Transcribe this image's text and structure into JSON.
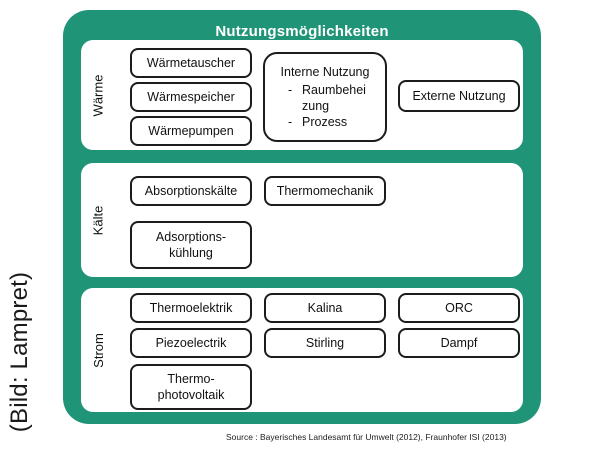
{
  "title": "Nutzungsmöglichkeiten",
  "credit": "(Bild: Lampret)",
  "source": "Source : Bayerisches Landesamt für Umwelt (2012), Fraunhofer ISI (2013)",
  "sections": {
    "waerme": {
      "label": "Wärme",
      "items": [
        "Wärmetauscher",
        "Wärmespeicher",
        "Wärmepumpen"
      ],
      "internal": {
        "title": "Interne Nutzung",
        "items": [
          "Raumbehei\nzung",
          "Prozess"
        ]
      },
      "external": "Externe Nutzung"
    },
    "kaelte": {
      "label": "Kälte",
      "items": [
        "Absorptionskälte",
        "Thermomechanik",
        "Adsorptions-\nkühlung"
      ]
    },
    "strom": {
      "label": "Strom",
      "items": [
        "Thermoelektrik",
        "Kalina",
        "ORC",
        "Piezoelectrik",
        "Stirling",
        "Dampf",
        "Thermo-\nphotovoltaik"
      ]
    }
  },
  "colors": {
    "panel": "#1f9477",
    "box_border": "#1c1c1c",
    "title_text": "#ffffff"
  }
}
